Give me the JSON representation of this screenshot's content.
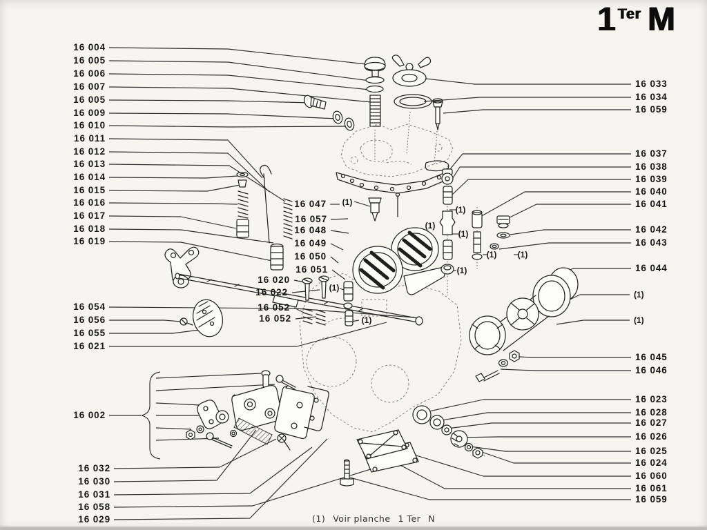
{
  "plate": {
    "logo": {
      "number": "1",
      "ordinal": "Ter",
      "series": "M"
    },
    "footnote": {
      "ref": "(1)",
      "text": "Voir planche",
      "plate_number": "1 Ter",
      "suffix": "N"
    }
  },
  "ref_mark": "(1)",
  "callouts": {
    "left": [
      "16 004",
      "16 005",
      "16 006",
      "16 007",
      "16 005",
      "16 009",
      "16 010",
      "16 011",
      "16 012",
      "16 013",
      "16 014",
      "16 015",
      "16 016",
      "16 017",
      "16 018",
      "16 019"
    ],
    "throttle": [
      "16 054",
      "16 056",
      "16 055",
      "16 021"
    ],
    "group": "16 002",
    "bottom_left": [
      "16 032",
      "16 030",
      "16 031",
      "16 058",
      "16 029"
    ],
    "center": [
      "16 047",
      "16 057",
      "16 048",
      "16 049",
      "16 050",
      "16 051"
    ],
    "pump": [
      "16 020",
      "16 022",
      "16 052",
      "16 052"
    ],
    "right_top": [
      "16 033",
      "16 034",
      "16 059"
    ],
    "right_upper": [
      "16 037",
      "16 038",
      "16 039",
      "16 040",
      "16 041"
    ],
    "right_mid": [
      "16 042",
      "16 043",
      "16 044"
    ],
    "right_lower": [
      "16 045",
      "16 046"
    ],
    "right_bottom": [
      "16 023",
      "16 028",
      "16 027",
      "16 026",
      "16 025",
      "16 024",
      "16 060",
      "16 061",
      "16 059"
    ]
  }
}
